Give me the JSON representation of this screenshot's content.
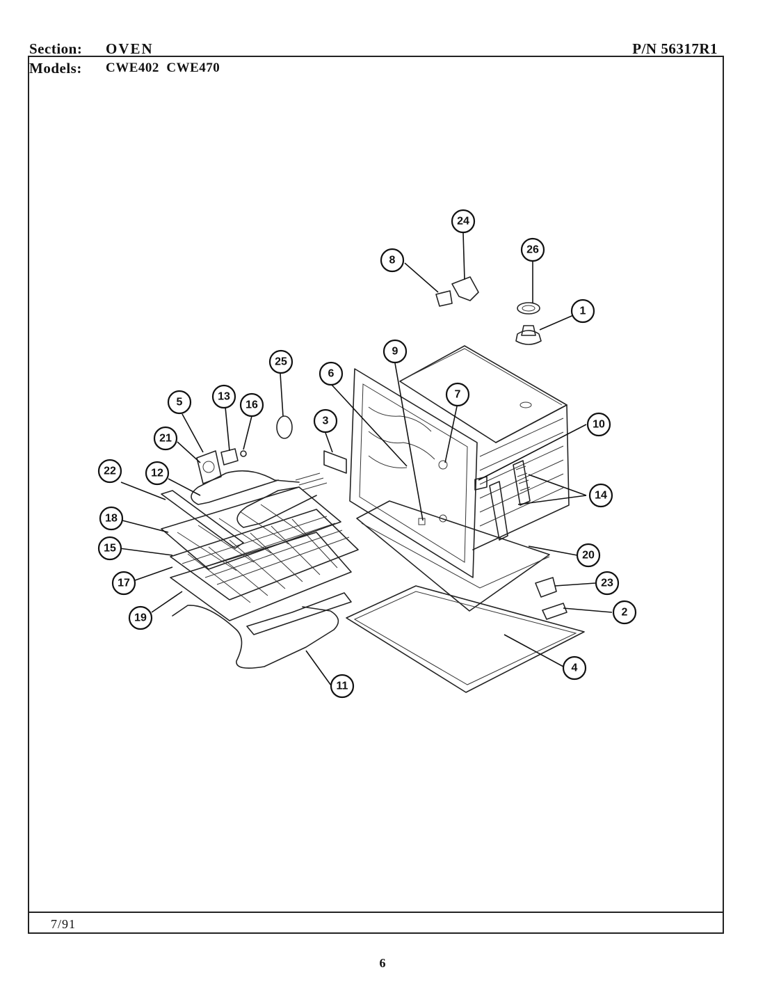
{
  "header": {
    "section_label": "Section:",
    "section_value": "OVEN",
    "part_number": "P/N 56317R1",
    "models_label": "Models:",
    "models_value": "CWE402  CWE470"
  },
  "footer": {
    "date": "7/91",
    "page_number": "6"
  },
  "callouts": [
    "1",
    "2",
    "3",
    "4",
    "5",
    "6",
    "7",
    "8",
    "9",
    "10",
    "11",
    "12",
    "13",
    "14",
    "15",
    "16",
    "17",
    "18",
    "19",
    "20",
    "21",
    "22",
    "23",
    "24",
    "25",
    "26"
  ]
}
